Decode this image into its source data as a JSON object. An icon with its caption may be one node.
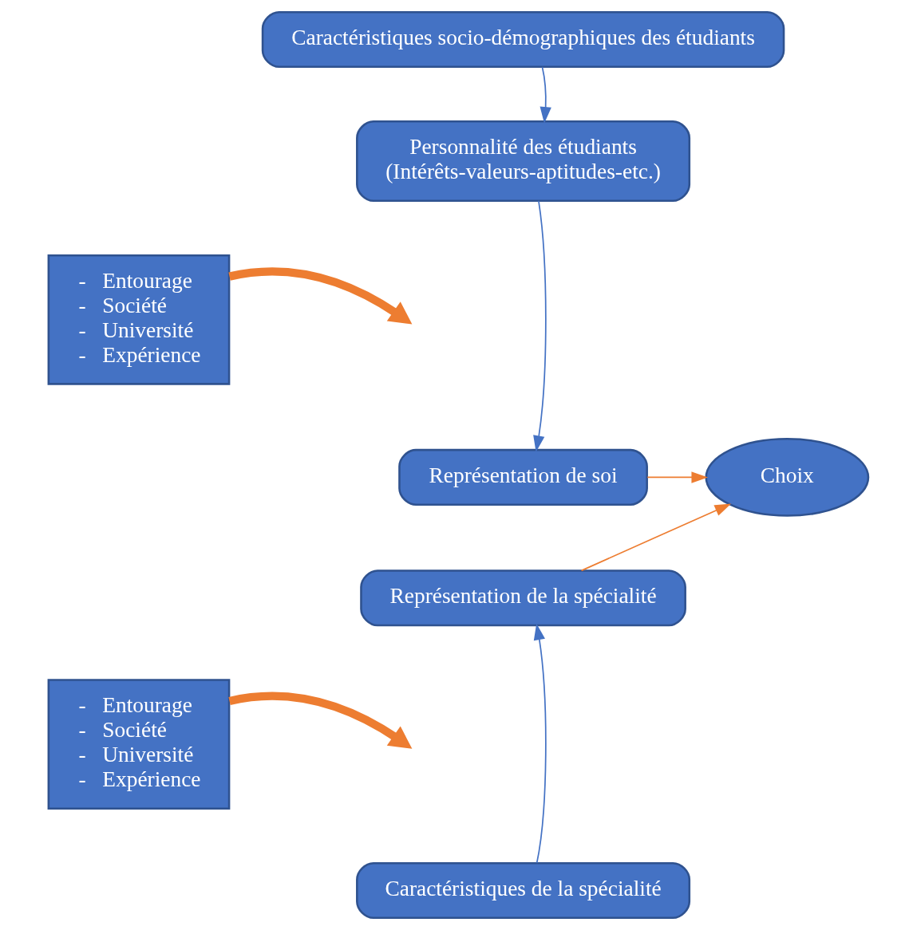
{
  "diagram": {
    "nodes": [
      {
        "text": [
          "Caractéristiques socio-démographiques des étudiants"
        ]
      },
      {
        "text": [
          "Personnalité des étudiants",
          "(Intérêts-valeurs-aptitudes-etc.)"
        ]
      },
      {
        "text": [
          "-   Entourage",
          "-   Société",
          "-   Université",
          "-   Expérience"
        ]
      },
      {
        "text": [
          "Représentation de soi"
        ]
      },
      {
        "text": [
          "Choix"
        ]
      },
      {
        "text": [
          "Représentation de la spécialité"
        ]
      },
      {
        "text": [
          "-   Entourage",
          "-   Société",
          "-   Université",
          "-   Expérience"
        ]
      },
      {
        "text": [
          "Caractéristiques de la spécialité"
        ]
      }
    ],
    "edges": [
      {
        "from": 0,
        "to": 1,
        "arrow": "to",
        "color": "#4472c4"
      },
      {
        "from": 1,
        "to": 3,
        "arrow": "to",
        "color": "#4472c4"
      },
      {
        "from": 2,
        "to": null,
        "arrow": "to",
        "style": "thick"
      },
      {
        "from": 3,
        "to": 4,
        "arrow": "to"
      },
      {
        "from": 5,
        "to": 4,
        "arrow": "to"
      },
      {
        "from": 7,
        "to": 5,
        "arrow": "to",
        "color": "#4472c4"
      },
      {
        "from": 6,
        "to": null,
        "arrow": "to",
        "style": "thick"
      }
    ]
  }
}
